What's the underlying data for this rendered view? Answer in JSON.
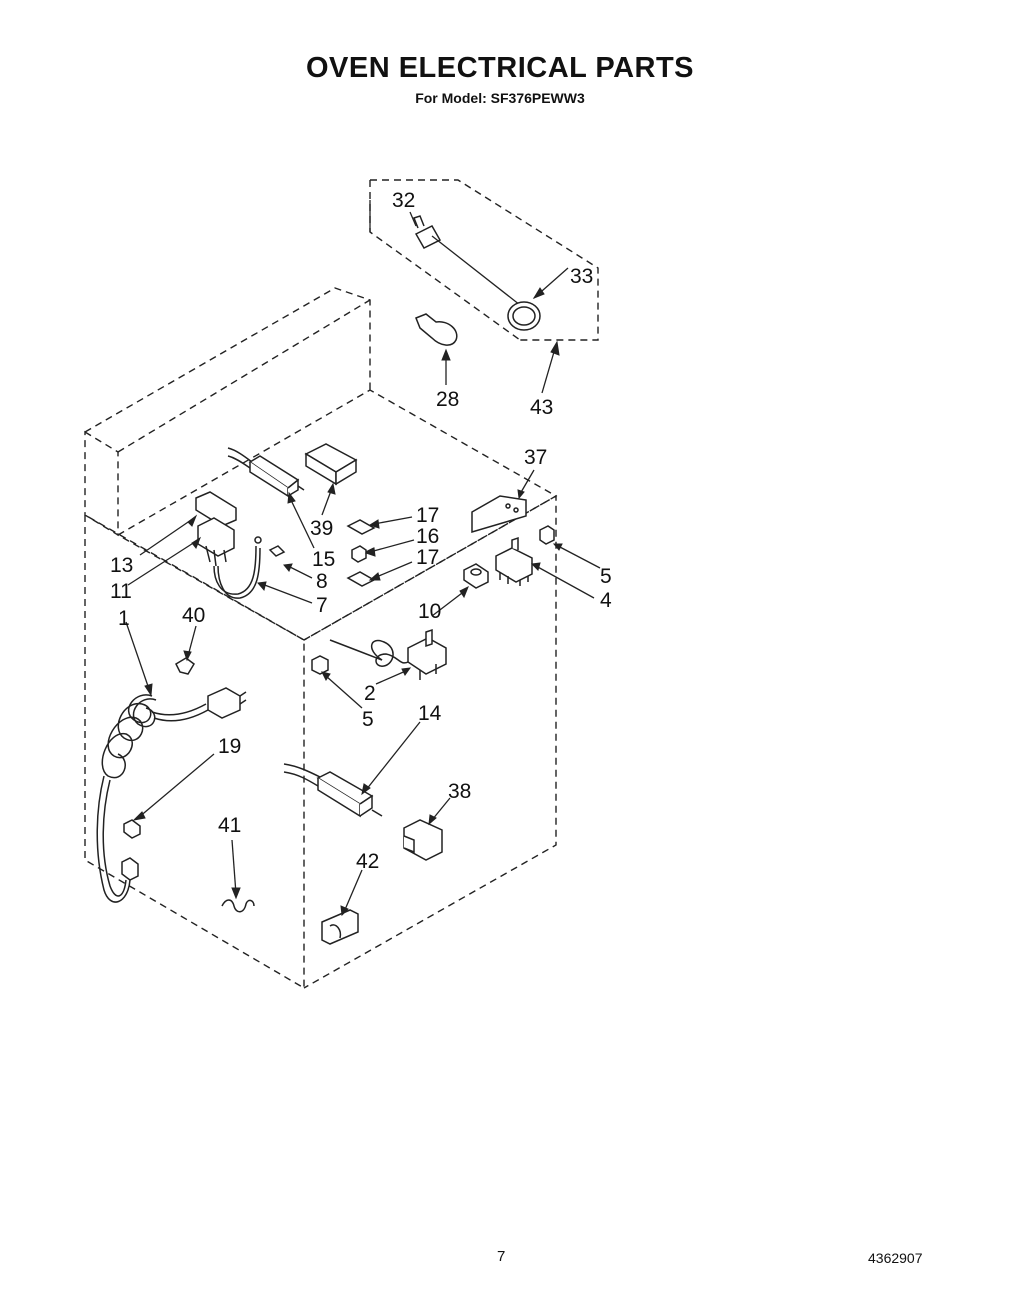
{
  "header": {
    "title": "OVEN ELECTRICAL PARTS",
    "subtitle": "For Model: SF376PEWW3"
  },
  "footer": {
    "page_number": "7",
    "document_number": "4362907"
  },
  "callouts": {
    "c1": "1",
    "c2": "2",
    "c4": "4",
    "c5a": "5",
    "c5b": "5",
    "c7": "7",
    "c8": "8",
    "c10": "10",
    "c11": "11",
    "c13": "13",
    "c14": "14",
    "c15": "15",
    "c16": "16",
    "c17a": "17",
    "c17b": "17",
    "c19": "19",
    "c28": "28",
    "c32": "32",
    "c33": "33",
    "c37": "37",
    "c38": "38",
    "c39": "39",
    "c40": "40",
    "c41": "41",
    "c42": "42",
    "c43": "43"
  }
}
